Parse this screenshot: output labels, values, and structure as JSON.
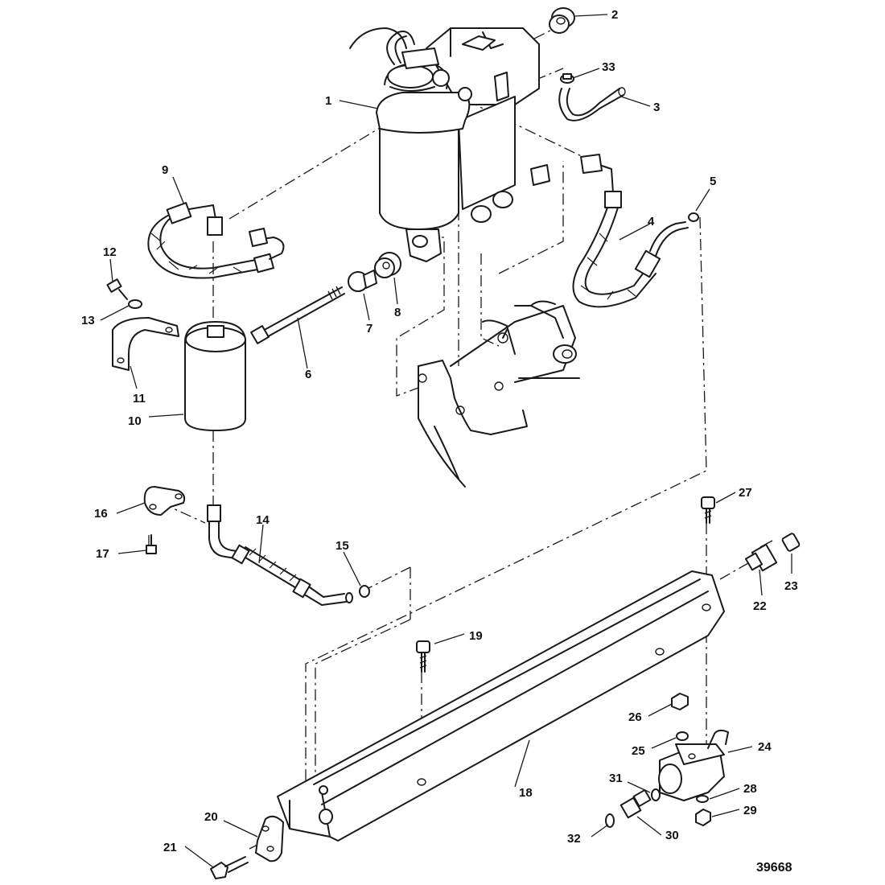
{
  "figure_number": "39668",
  "callouts": [
    {
      "id": "c1",
      "label": "1"
    },
    {
      "id": "c2",
      "label": "2"
    },
    {
      "id": "c3",
      "label": "3"
    },
    {
      "id": "c4",
      "label": "4"
    },
    {
      "id": "c5",
      "label": "5"
    },
    {
      "id": "c6",
      "label": "6"
    },
    {
      "id": "c7",
      "label": "7"
    },
    {
      "id": "c8",
      "label": "8"
    },
    {
      "id": "c9",
      "label": "9"
    },
    {
      "id": "c10",
      "label": "10"
    },
    {
      "id": "c11",
      "label": "11"
    },
    {
      "id": "c12",
      "label": "12"
    },
    {
      "id": "c13",
      "label": "13"
    },
    {
      "id": "c14",
      "label": "14"
    },
    {
      "id": "c15",
      "label": "15"
    },
    {
      "id": "c16",
      "label": "16"
    },
    {
      "id": "c17",
      "label": "17"
    },
    {
      "id": "c18",
      "label": "18"
    },
    {
      "id": "c19",
      "label": "19"
    },
    {
      "id": "c20",
      "label": "20"
    },
    {
      "id": "c21",
      "label": "21"
    },
    {
      "id": "c22",
      "label": "22"
    },
    {
      "id": "c23",
      "label": "23"
    },
    {
      "id": "c24",
      "label": "24"
    },
    {
      "id": "c25",
      "label": "25"
    },
    {
      "id": "c26",
      "label": "26"
    },
    {
      "id": "c27",
      "label": "27"
    },
    {
      "id": "c28",
      "label": "28"
    },
    {
      "id": "c29",
      "label": "29"
    },
    {
      "id": "c30",
      "label": "30"
    },
    {
      "id": "c31",
      "label": "31"
    },
    {
      "id": "c32",
      "label": "32"
    },
    {
      "id": "c33",
      "label": "33"
    }
  ]
}
